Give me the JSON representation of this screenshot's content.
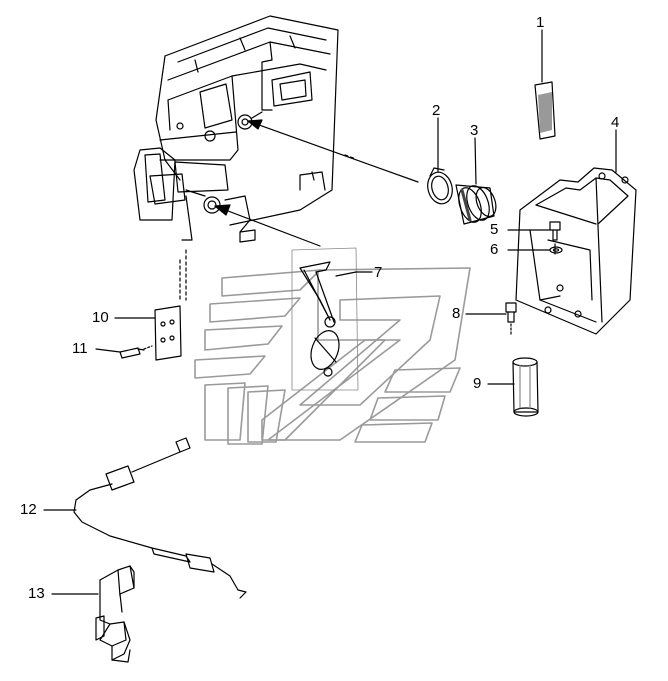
{
  "callouts": {
    "c1": "1",
    "c2": "2",
    "c3": "3",
    "c4": "4",
    "c5": "5",
    "c6": "6",
    "c7": "7",
    "c8": "8",
    "c9": "9",
    "c10": "10",
    "c11": "11",
    "c12": "12",
    "c13": "13"
  },
  "colors": {
    "line": "#000000",
    "watermark": "#9a9a9a",
    "background": "#ffffff"
  },
  "watermark": {
    "icon": "stylized-stripes-logo"
  }
}
